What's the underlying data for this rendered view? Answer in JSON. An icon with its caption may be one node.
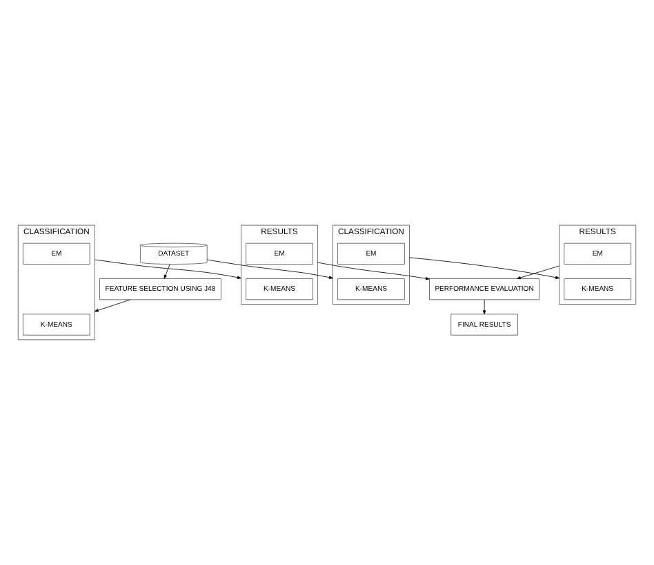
{
  "diagram": {
    "nodes": [
      {
        "text": [
          "DATASET"
        ]
      },
      {
        "text": [
          "FEATURE SELECTION USING J48"
        ]
      },
      {
        "text": [
          "CLASSIFICATION"
        ]
      },
      {
        "text": [
          "K-MEANS"
        ],
        "in": 2
      },
      {
        "text": [
          "EM"
        ],
        "in": 2
      },
      {
        "text": [
          "CLASSIFICATION"
        ]
      },
      {
        "text": [
          "K-MEANS"
        ],
        "in": 5
      },
      {
        "text": [
          "EM"
        ],
        "in": 5
      },
      {
        "text": [
          "RESULTS"
        ]
      },
      {
        "text": [
          "K-MEANS"
        ],
        "in": 8
      },
      {
        "text": [
          "EM"
        ],
        "in": 8
      },
      {
        "text": [
          "RESULTS"
        ]
      },
      {
        "text": [
          "K-MEANS"
        ],
        "in": 11
      },
      {
        "text": [
          "EM"
        ],
        "in": 11
      },
      {
        "text": [
          "PERFORMANCE EVALUATION"
        ]
      },
      {
        "text": [
          "FINAL RESULTS"
        ]
      }
    ],
    "edges": [
      {
        "from": 0,
        "to": 1,
        "arrow": "to"
      },
      {
        "from": 0,
        "to": 5,
        "arrow": "to"
      },
      {
        "from": 1,
        "to": 2,
        "arrow": "to"
      },
      {
        "from": 2,
        "to": 8,
        "arrow": "to"
      },
      {
        "from": 5,
        "to": 11,
        "arrow": "to"
      },
      {
        "from": 8,
        "to": 14,
        "arrow": "to"
      },
      {
        "from": 11,
        "to": 14,
        "arrow": "to"
      },
      {
        "from": 14,
        "to": 15,
        "arrow": "to"
      }
    ]
  }
}
